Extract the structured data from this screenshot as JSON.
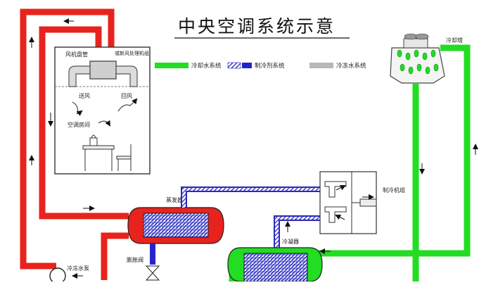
{
  "title": "中央空调系统示意",
  "legend": {
    "cooling_water": "冷却水系统",
    "refrigerant": "制冷剂系统",
    "chilled_water": "冷冻水系统",
    "colors": {
      "cooling_water": "#22dd22",
      "refrigerant": "#2222cc",
      "chilled_water": "#b8b8b8"
    }
  },
  "room": {
    "fan_coil": "风机盘管",
    "air_handler": "或新风处理机组",
    "supply_air": "送风",
    "return_air": "回风",
    "space": "空调房间"
  },
  "components": {
    "cooling_tower": "冷却塔",
    "evaporator": "蒸发器",
    "chiller_unit": "制冷机组",
    "condenser": "冷凝器",
    "expansion_valve": "膨胀阀",
    "chilled_pump": "冷冻水泵"
  },
  "colors": {
    "red_pipe": "#e8231e",
    "green_pipe": "#22dd22",
    "blue_pipe": "#2626c8"
  }
}
